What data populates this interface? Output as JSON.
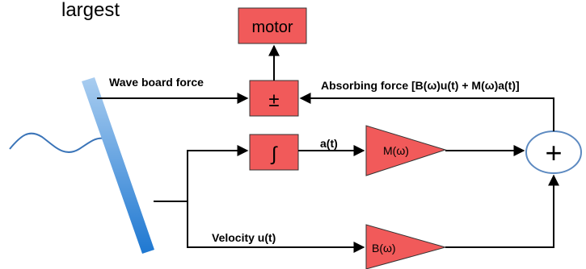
{
  "header": {
    "title_fragment": "largest"
  },
  "blocks": {
    "motor": "motor",
    "sum": "±",
    "integrator": "∫",
    "mass_gain": "M(ω)",
    "damping_gain": "B(ω)",
    "adder": "+"
  },
  "labels": {
    "wave_board_force": "Wave board force",
    "absorbing_force": "Absorbing force [B(ω)u(t) + M(ω)a(t)]",
    "acceleration": "a(t)",
    "velocity": "Velocity u(t)"
  },
  "colors": {
    "block_fill": "#f15a5a",
    "paddle_top": "#a9cdf0",
    "paddle_bottom": "#1f78d1",
    "wave": "#3a74b8"
  }
}
